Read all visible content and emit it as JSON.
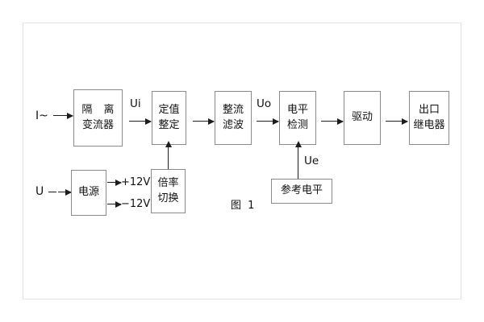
{
  "figure": {
    "caption": "图 1",
    "frame_border_color": "#e2e2e2",
    "box_border_color": "#8b8b8b",
    "line_color": "#1d1d1d"
  },
  "inputs": {
    "current": "I~",
    "voltage": "U"
  },
  "signals": {
    "ui": "Ui",
    "uo": "Uo",
    "ue": "Ue"
  },
  "power_rails": {
    "positive": "+12V",
    "negative": "−12V"
  },
  "blocks": [
    {
      "id": "isolation-transformer",
      "lines": [
        "隔 离",
        "变流器"
      ]
    },
    {
      "id": "setting-value",
      "lines": [
        "定值",
        "整定"
      ]
    },
    {
      "id": "rectify-filter",
      "lines": [
        "整流",
        "滤波"
      ]
    },
    {
      "id": "level-detection",
      "lines": [
        "电平",
        "检测"
      ]
    },
    {
      "id": "driver",
      "lines": [
        "驱动"
      ]
    },
    {
      "id": "output-relay",
      "lines": [
        "出口",
        "继电器"
      ]
    },
    {
      "id": "power-supply",
      "lines": [
        "电源"
      ]
    },
    {
      "id": "multiplier-switch",
      "lines": [
        "倍率",
        "切换"
      ]
    },
    {
      "id": "reference-level",
      "lines": [
        "参考电平"
      ]
    }
  ]
}
